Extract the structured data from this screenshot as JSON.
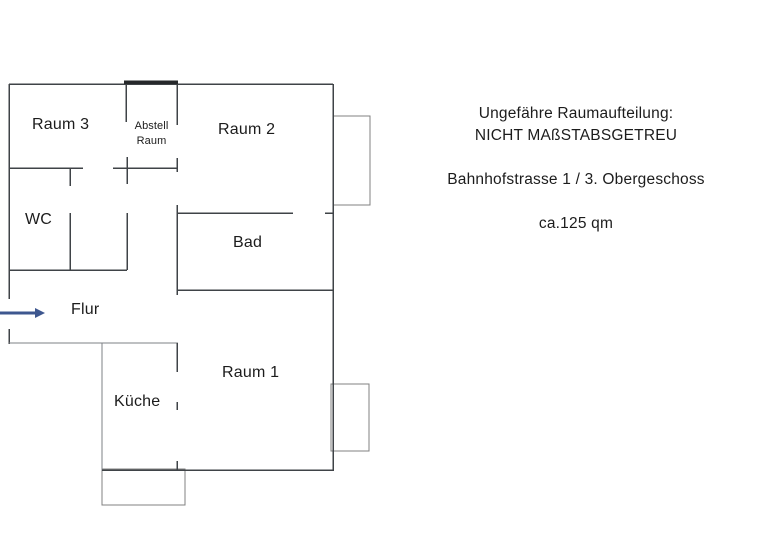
{
  "floorplan": {
    "rooms": [
      {
        "id": "raum3",
        "label": "Raum 3"
      },
      {
        "id": "abstellraum",
        "line1": "Abstell",
        "line2": "Raum"
      },
      {
        "id": "raum2",
        "label": "Raum 2"
      },
      {
        "id": "wc",
        "label": "WC"
      },
      {
        "id": "bad",
        "label": "Bad"
      },
      {
        "id": "flur",
        "label": "Flur"
      },
      {
        "id": "kueche",
        "label": "Küche"
      },
      {
        "id": "raum1",
        "label": "Raum 1"
      }
    ],
    "entrance_arrow": {
      "color": "#3e578f"
    },
    "colors": {
      "wall": "#3f4347",
      "wall_heavy": "#26282b",
      "light_wall": "#7d8186",
      "window_box": "#808080",
      "text": "#1c1c1c",
      "background": "#ffffff"
    }
  },
  "annotation": {
    "line1": "Ungefähre Raumaufteilung:",
    "line2": "NICHT MAßSTABSGETREU",
    "line3": "Bahnhofstrasse 1 / 3. Obergeschoss",
    "line4": "ca.125 qm"
  }
}
